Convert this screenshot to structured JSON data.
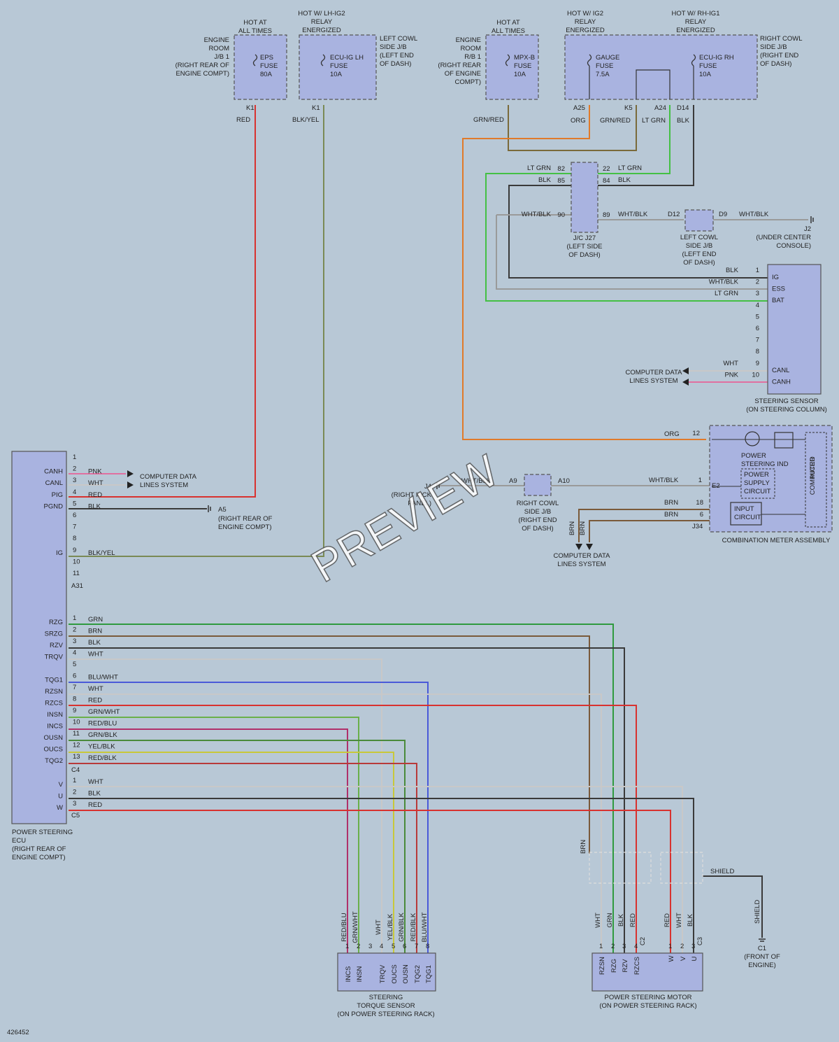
{
  "doc_id": "426452",
  "watermark": "PREVIEW",
  "wire_colors": {
    "RED": "#d8322f",
    "BLK": "#3a3a3a",
    "BLK/YEL": "#7a8a55",
    "GRN/RED": "#7a6a3a",
    "ORG": "#e07a2a",
    "LT GRN": "#44c044",
    "WHT": "#c8c8c8",
    "WHT/BLK": "#9a9a9a",
    "PNK": "#e070a0",
    "BRN": "#7a5a3a",
    "GRN": "#2f9a3f",
    "BLU/WHT": "#4a5ad8",
    "GRN/WHT": "#6ab04a",
    "RED/BLU": "#b0306a",
    "GRN/BLK": "#4a8a3a",
    "YEL/BLK": "#c8c83a",
    "RED/BLK": "#b83a3a"
  },
  "fuses": [
    {
      "name": "EPS FUSE 80A",
      "line1": "EPS",
      "line2": "FUSE",
      "line3": "80A",
      "header": [
        "HOT AT",
        "ALL TIMES"
      ],
      "location": [
        "ENGINE",
        "ROOM",
        "J/B 1",
        "(RIGHT REAR OF",
        "ENGINE COMPT)"
      ],
      "terminal": "K1",
      "wire": "RED"
    },
    {
      "name": "ECU-IG LH FUSE 10A",
      "line1": "ECU-IG LH",
      "line2": "FUSE",
      "line3": "10A",
      "header": [
        "HOT W/ LH-IG2",
        "RELAY",
        "ENERGIZED"
      ],
      "location": [
        "LEFT COWL",
        "SIDE J/B",
        "(LEFT END",
        "OF DASH)"
      ],
      "terminal": "K1",
      "wire": "BLK/YEL"
    },
    {
      "name": "MPX-B FUSE 10A",
      "line1": "MPX-B",
      "line2": "FUSE",
      "line3": "10A",
      "header": [
        "HOT AT",
        "ALL TIMES"
      ],
      "location": [
        "ENGINE",
        "ROOM",
        "R/B 1",
        "(RIGHT REAR",
        "OF ENGINE",
        "COMPT)"
      ],
      "terminal": "",
      "wire": "GRN/RED"
    },
    {
      "name": "GAUGE FUSE 7.5A",
      "line1": "GAUGE",
      "line2": "FUSE",
      "line3": "7.5A",
      "header": [
        "HOT W/ IG2",
        "RELAY",
        "ENERGIZED"
      ],
      "terminal": "A25",
      "wire": "ORG"
    },
    {
      "name": "ECU-IG RH FUSE 10A",
      "line1": "ECU-IG RH",
      "line2": "FUSE",
      "line3": "10A",
      "header": [
        "HOT W/ RH-IG1",
        "RELAY",
        "ENERGIZED"
      ],
      "location": [
        "RIGHT COWL",
        "SIDE J/B",
        "(RIGHT END",
        "OF DASH)"
      ],
      "terminals": [
        "K5",
        "A24",
        "D14"
      ],
      "wires": [
        "GRN/RED",
        "LT GRN",
        "BLK"
      ]
    }
  ],
  "junctions": {
    "jc_j27": {
      "label": [
        "J/C J27",
        "(LEFT SIDE",
        "OF DASH)"
      ],
      "pins_left": [
        "82",
        "85",
        "90"
      ],
      "pins_right": [
        "22",
        "84",
        "89"
      ],
      "wires_left": [
        "LT GRN",
        "BLK",
        "WHT/BLK"
      ],
      "wires_right": [
        "LT GRN",
        "BLK",
        "WHT/BLK"
      ]
    },
    "left_cowl": {
      "label": [
        "LEFT COWL",
        "SIDE J/B",
        "(LEFT END",
        "OF DASH)"
      ],
      "pin_left": "D12",
      "pin_right": "D9",
      "wire": "WHT/BLK"
    },
    "j2": {
      "label": [
        "J2",
        "(UNDER CENTER",
        "CONSOLE)"
      ]
    },
    "right_cowl": {
      "label": [
        "RIGHT COWL",
        "SIDE J/B",
        "(RIGHT END",
        "OF DASH)"
      ],
      "pin": "A10"
    },
    "j4": {
      "label": [
        "J4",
        "(RIGHT KICK",
        "PANEL)"
      ]
    },
    "a5": {
      "label": [
        "A5",
        "(RIGHT REAR OF",
        "ENGINE COMPT)"
      ]
    },
    "c1": {
      "label": [
        "C1",
        "(FRONT OF",
        "ENGINE)"
      ],
      "wire": "SHIELD"
    }
  },
  "steering_sensor": {
    "title": [
      "STEERING SENSOR",
      "(ON STEERING COLUMN)"
    ],
    "pins": [
      {
        "n": "1",
        "wire": "BLK",
        "name": "IG"
      },
      {
        "n": "2",
        "wire": "WHT/BLK",
        "name": "ESS"
      },
      {
        "n": "3",
        "wire": "LT GRN",
        "name": "BAT"
      },
      {
        "n": "4"
      },
      {
        "n": "5"
      },
      {
        "n": "6"
      },
      {
        "n": "7"
      },
      {
        "n": "8"
      },
      {
        "n": "9",
        "wire": "WHT",
        "name": "CANL"
      },
      {
        "n": "10",
        "wire": "PNK",
        "name": "CANH"
      }
    ],
    "data_lines": [
      "COMPUTER DATA",
      "LINES SYSTEM"
    ]
  },
  "combination_meter": {
    "title": "COMBINATION METER ASSEMBLY",
    "labels": [
      "POWER",
      "STEERING IND",
      "POWER",
      "SUPPLY",
      "CIRCUIT",
      "INPUT",
      "CIRCUIT",
      "MICRO",
      "COMPUTER"
    ],
    "connector": "E2",
    "connector2": "J34",
    "pins": [
      {
        "n": "12",
        "wire": "ORG"
      },
      {
        "n": "1",
        "wire": "WHT/BLK"
      },
      {
        "n": "18",
        "wire": "BRN"
      },
      {
        "n": "6",
        "wire": "BRN"
      }
    ],
    "data_lines": [
      "COMPUTER DATA",
      "LINES SYSTEM"
    ],
    "j4_wire_label": "WHT/BLK",
    "j4_pin": "A9"
  },
  "ecu": {
    "title": [
      "POWER STEERING",
      "ECU",
      "(RIGHT REAR OF",
      "ENGINE COMPT)"
    ],
    "connectors": [
      {
        "id": "A31",
        "pins": [
          {
            "n": "1"
          },
          {
            "n": "2",
            "wire": "PNK",
            "name": "CANH"
          },
          {
            "n": "3",
            "wire": "WHT",
            "name": "CANL"
          },
          {
            "n": "4",
            "wire": "RED",
            "name": "PIG"
          },
          {
            "n": "5",
            "wire": "BLK",
            "name": "PGND"
          },
          {
            "n": "6"
          },
          {
            "n": "7"
          },
          {
            "n": "8"
          },
          {
            "n": "9",
            "wire": "BLK/YEL",
            "name": "IG"
          },
          {
            "n": "10"
          },
          {
            "n": "11"
          }
        ]
      },
      {
        "id": "C4",
        "pins": [
          {
            "n": "1",
            "wire": "GRN",
            "name": "RZG"
          },
          {
            "n": "2",
            "wire": "BRN",
            "name": "SRZG"
          },
          {
            "n": "3",
            "wire": "BLK",
            "name": "RZV"
          },
          {
            "n": "4",
            "wire": "WHT",
            "name": "TRQV"
          },
          {
            "n": "5"
          },
          {
            "n": "6",
            "wire": "BLU/WHT",
            "name": "TQG1"
          },
          {
            "n": "7",
            "wire": "WHT",
            "name": "RZSN"
          },
          {
            "n": "8",
            "wire": "RED",
            "name": "RZCS"
          },
          {
            "n": "9",
            "wire": "GRN/WHT",
            "name": "INSN"
          },
          {
            "n": "10",
            "wire": "RED/BLU",
            "name": "INCS"
          },
          {
            "n": "11",
            "wire": "GRN/BLK",
            "name": "OUSN"
          },
          {
            "n": "12",
            "wire": "YEL/BLK",
            "name": "OUCS"
          },
          {
            "n": "13",
            "wire": "RED/BLK",
            "name": "TQG2"
          }
        ]
      },
      {
        "id": "C5",
        "pins": [
          {
            "n": "1",
            "wire": "WHT",
            "name": "V"
          },
          {
            "n": "2",
            "wire": "BLK",
            "name": "U"
          },
          {
            "n": "3",
            "wire": "RED",
            "name": "W"
          }
        ]
      }
    ],
    "data_lines": [
      "COMPUTER DATA",
      "LINES SYSTEM"
    ]
  },
  "torque_sensor": {
    "title": [
      "STEERING",
      "TORQUE SENSOR",
      "(ON POWER STEERING RACK)"
    ],
    "pins": [
      {
        "n": "1",
        "wire": "RED/BLU",
        "name": "INCS"
      },
      {
        "n": "2",
        "wire": "GRN/WHT",
        "name": "INSN"
      },
      {
        "n": "3",
        "wire": "",
        "name": ""
      },
      {
        "n": "4",
        "wire": "WHT",
        "name": "TRQV"
      },
      {
        "n": "5",
        "wire": "YEL/BLK",
        "name": "OUCS"
      },
      {
        "n": "6",
        "wire": "GRN/BLK",
        "name": "OUSN"
      },
      {
        "n": "7",
        "wire": "RED/BLK",
        "name": "TQG2"
      },
      {
        "n": "8",
        "wire": "BLU/WHT",
        "name": "TQG1"
      }
    ]
  },
  "motor": {
    "title": [
      "POWER STEERING MOTOR",
      "(ON POWER STEERING RACK)"
    ],
    "c2": {
      "id": "C2",
      "pins": [
        {
          "n": "1",
          "wire": "WHT",
          "name": "RZSN"
        },
        {
          "n": "2",
          "wire": "GRN",
          "name": "RZG"
        },
        {
          "n": "3",
          "wire": "BLK",
          "name": "RZV"
        },
        {
          "n": "4",
          "wire": "RED",
          "name": "RZCS"
        }
      ]
    },
    "c3": {
      "id": "C3",
      "pins": [
        {
          "n": "1",
          "wire": "RED",
          "name": "W"
        },
        {
          "n": "2",
          "wire": "WHT",
          "name": "V"
        },
        {
          "n": "3",
          "wire": "BLK",
          "name": "U"
        }
      ]
    },
    "brn_label": "BRN",
    "shield": "SHIELD"
  }
}
